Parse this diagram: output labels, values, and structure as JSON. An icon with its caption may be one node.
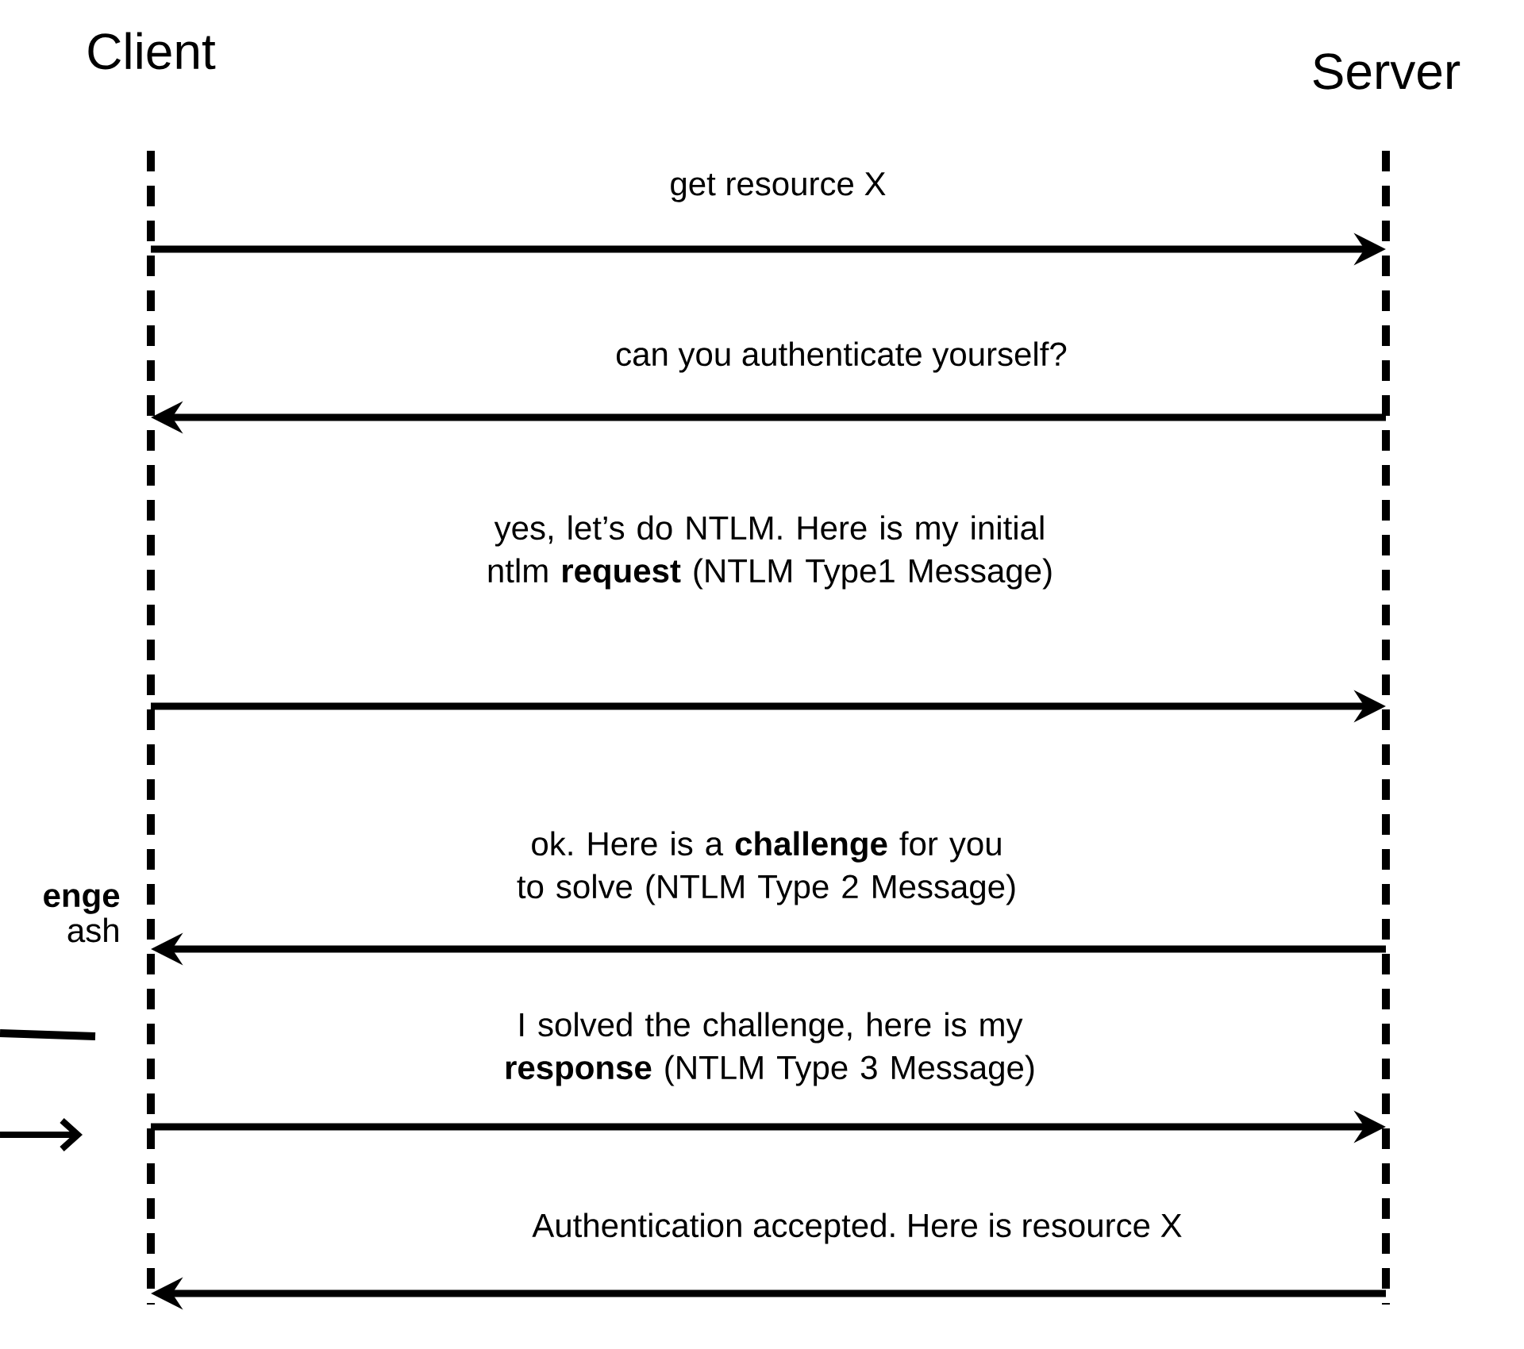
{
  "diagram": {
    "nodes": [
      {
        "text": [
          "Client"
        ]
      },
      {
        "text": [
          "Server"
        ]
      }
    ],
    "edges": [
      {
        "from": 0,
        "to": 1,
        "arrow": "to",
        "label": "get resource X"
      },
      {
        "from": 1,
        "to": 0,
        "arrow": "to",
        "label": "can you authenticate yourself?"
      },
      {
        "from": 0,
        "to": 1,
        "arrow": "to",
        "label": "yes, let’s do NTLM. Here is my initial ntlm **request** (NTLM Type1 Message)"
      },
      {
        "from": 1,
        "to": 0,
        "arrow": "to",
        "label": "ok. Here is a **challenge** for you to solve (NTLM Type 2 Message)"
      },
      {
        "from": 0,
        "to": 1,
        "arrow": "to",
        "label": "I solved the challenge, here is my **response** (NTLM Type 3 Message)"
      },
      {
        "from": 1,
        "to": 0,
        "arrow": "to",
        "label": "Authentication accepted. Here is resource X"
      }
    ],
    "labels": [
      "enge",
      "ash"
    ]
  }
}
